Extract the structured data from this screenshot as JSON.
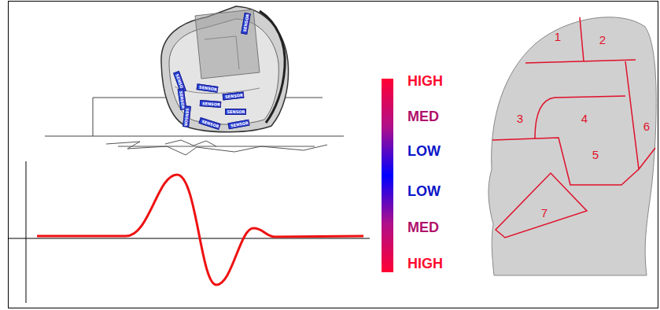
{
  "diagram": {
    "nodes": [
      {
        "text": [
          "SENSOR"
        ]
      },
      {
        "text": [
          "SENSOR"
        ]
      },
      {
        "text": [
          "SENSOR"
        ]
      },
      {
        "text": [
          "SENSOR"
        ]
      },
      {
        "text": [
          "SENSOR"
        ]
      },
      {
        "text": [
          "SENSOR"
        ]
      },
      {
        "text": [
          "SENSOR"
        ]
      },
      {
        "text": [
          "SENSOR"
        ]
      },
      {
        "text": [
          "SENSOR"
        ]
      },
      {
        "text": [
          "SENSOR"
        ]
      }
    ],
    "labels": [
      "HIGH",
      "MED",
      "LOW",
      "LOW",
      "MED",
      "HIGH",
      "1",
      "2",
      "3",
      "4",
      "5",
      "6",
      "7"
    ]
  }
}
